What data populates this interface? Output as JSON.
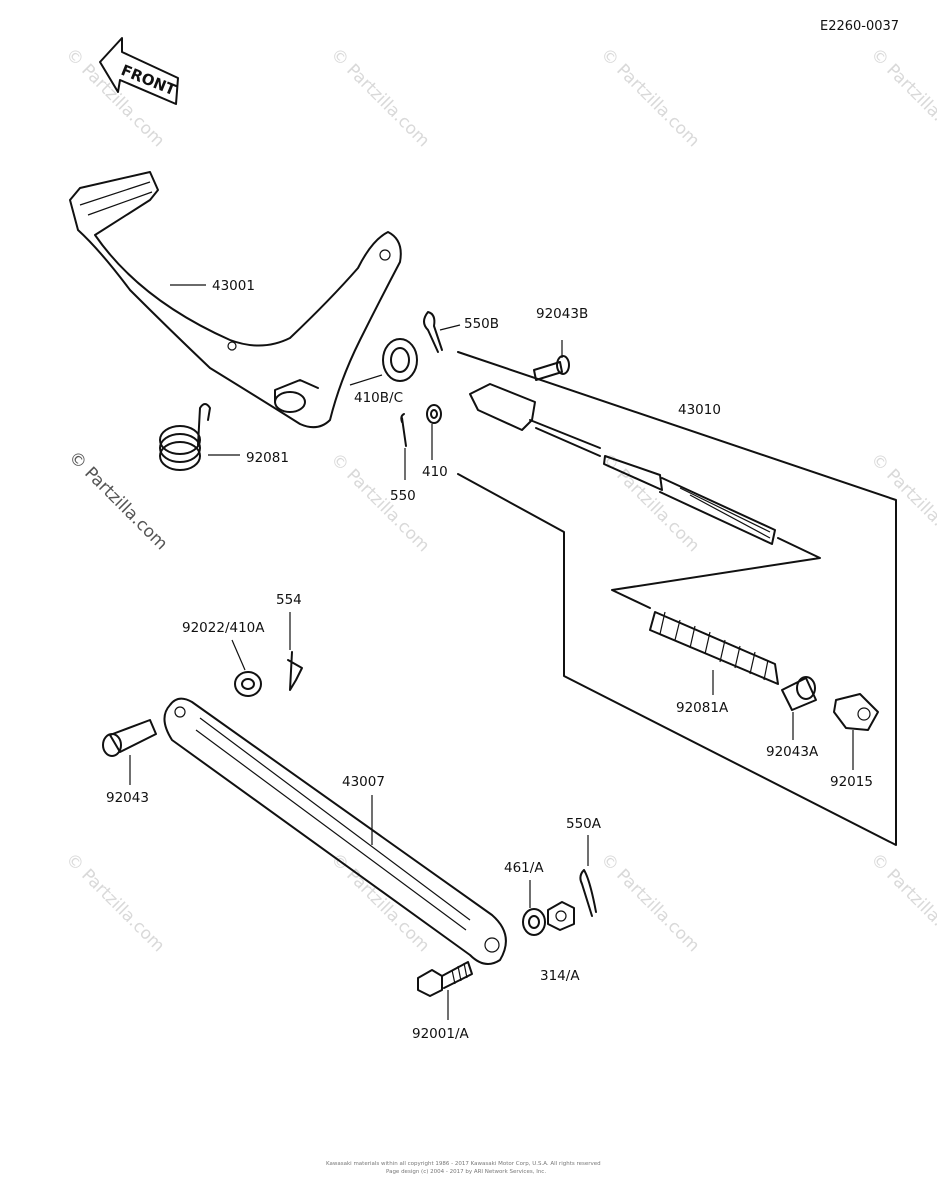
{
  "diagram_code": "E2260-0037",
  "front_label": "FRONT",
  "watermark_text": "© Partzilla.com",
  "parts": {
    "p43001": "43001",
    "p550B": "550B",
    "p92043B": "92043B",
    "p410BC": "410B/C",
    "p43010": "43010",
    "p92081": "92081",
    "p550": "550",
    "p410": "410",
    "p554": "554",
    "p92022_410A": "92022/410A",
    "p92043": "92043",
    "p43007": "43007",
    "p92081A": "92081A",
    "p92043A": "92043A",
    "p92015": "92015",
    "p550A": "550A",
    "p461A": "461/A",
    "p314A": "314/A",
    "p92001A": "92001/A"
  },
  "footer": {
    "line1": "Kawasaki materials within all copyright 1986 - 2017 Kawasaki Motor Corp, U.S.A. All rights reserved",
    "line2": "Page design (c) 2004 - 2017 by ARI Network Services, Inc."
  },
  "colors": {
    "line": "#111111",
    "watermark": "#d9d9d9"
  }
}
